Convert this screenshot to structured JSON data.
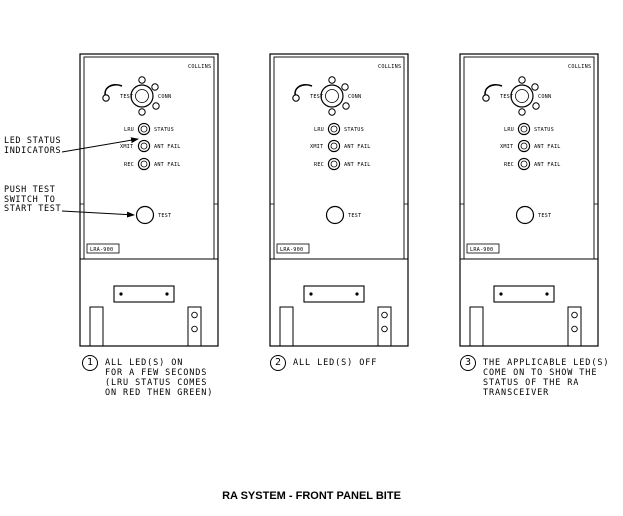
{
  "title": "RA SYSTEM - FRONT PANEL BITE",
  "callouts": {
    "led_status": "LED STATUS\nINDICATORS",
    "push_test": "PUSH TEST\nSWITCH TO\nSTART TEST"
  },
  "panel_labels": {
    "brand": "COLLINS",
    "test_left": "TEST",
    "conn": "CONN",
    "lru": "LRU",
    "status": "STATUS",
    "xmit": "XMIT",
    "rec": "REC",
    "ant_fail": "ANT FAIL",
    "test_button": "TEST",
    "model": "LRA-900"
  },
  "steps": [
    {
      "number": "1",
      "text": "ALL LED(S) ON\nFOR A FEW SECONDS\n(LRU STATUS COMES\nON RED THEN GREEN)"
    },
    {
      "number": "2",
      "text": "ALL LED(S) OFF"
    },
    {
      "number": "3",
      "text": "THE APPLICABLE LED(S)\nCOME ON TO SHOW THE\nSTATUS OF THE RA\nTRANSCEIVER"
    }
  ]
}
